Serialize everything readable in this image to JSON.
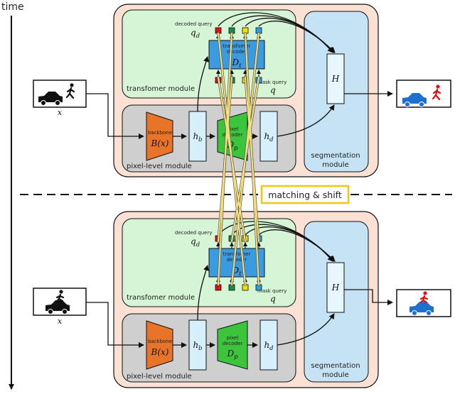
{
  "timeline": {
    "label": "time"
  },
  "divider": {
    "label": "matching & shift"
  },
  "top": {
    "input_var": "x",
    "transformer_module": "transfomer module",
    "decoded_query": "decoded query",
    "qd": "q_d",
    "decoder_title1": "transfomer",
    "decoder_title2": "decoder",
    "Dt": "D_t",
    "mask_query": "mask query",
    "q": "q",
    "pixel_module": "pixel-level module",
    "backbone": "backbone",
    "Bx": "B(x)",
    "hb": "h_b",
    "pixel_decoder1": "pixel",
    "pixel_decoder2": "decoder",
    "Dp": "D_p",
    "hd": "h_d",
    "H": "H",
    "seg1": "segmentation",
    "seg2": "module"
  },
  "bottom": {
    "input_var": "x",
    "transformer_module": "transfomer module",
    "decoded_query": "decoded query",
    "qd": "q_d",
    "decoder_title1": "transfomer",
    "decoder_title2": "decoder",
    "Dt": "D_t",
    "mask_query": "mask query",
    "q": "q",
    "pixel_module": "pixel-level module",
    "backbone": "backbone",
    "Bx": "B(x)",
    "hb": "h_b",
    "pixel_decoder1": "pixel",
    "pixel_decoder2": "decoder",
    "Dp": "D_p",
    "hd": "h_d",
    "H": "H",
    "seg1": "segmentation",
    "seg2": "module"
  },
  "colors": {
    "outer": "#fbe0d4",
    "transformer": "#d6f5d6",
    "pixel": "#cfcfcf",
    "segmentation": "#c6e3f6",
    "decoder": "#3b9be0",
    "backbone": "#e8742a",
    "pixel_decoder": "#3cc43c",
    "match": "#f5c518",
    "q_red": "#e01010",
    "q_green": "#1a8a4a",
    "q_yellow": "#f0e010",
    "q_blue": "#2a9ee8"
  }
}
